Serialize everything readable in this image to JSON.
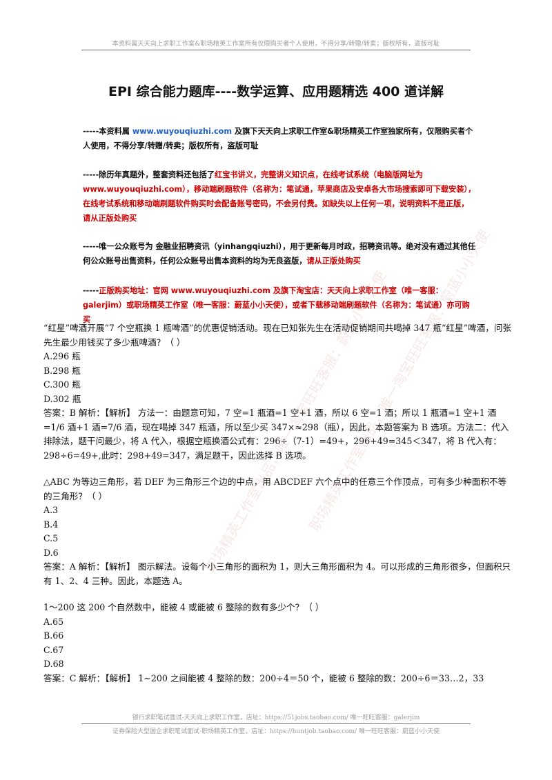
{
  "header_note": "本资料属天天向上求职工作室&职场精英工作室所有仅限购买者个人使用，不得分享/转赠/转卖；版权所有，盗版可耻",
  "title": "EPI 综合能力题库----数学运算、应用题精选 400 道详解",
  "notice1": {
    "prefix": "-----本资料属 ",
    "url": "www.wuyouqiuzhi.com",
    "rest": " 及旗下天天向上求职工作室&职场精英工作室独家所有，仅限购买者个人使用，不得分享/转赠/转卖；版权所有，盗版可耻"
  },
  "notice2": {
    "prefix": "-----除历年真题外，整套资料还包括了",
    "red": "红宝书讲义，完整讲义知识点，在线考试系统（电脑版网址为 www.wuyouqiuzhi.com），移动端刷题软件（名称为：笔试通，苹果商店及安卓各大市场搜索即可下载安装），在线考试系统和移动端刷题软件购买时会配备账号密码，不会另付费。如缺失以上任何一项，说明资料不是正版，请从正版处购买"
  },
  "notice3": {
    "prefix": "-----唯一公众账号为 金融业招聘资讯（yinhangqiuzhi），用于更新每月时政，招聘资讯等。绝对没有通过其他任何公众账号出售资料，任何公众账号出售本资料的均为无良盗版，",
    "red": "请从正版处购买"
  },
  "notice4": {
    "prefix": "-----",
    "red": "正版购买地址：官网 www.wuyouqiuzhi.com 及旗下淘宝店：天天向上求职工作室（唯一客服：galerjim）或职场精英工作室（唯一客服：蔚蓝小小天使），或者下载移动端刷题软件（名称为：笔试通）亦可购买"
  },
  "questions": [
    {
      "stem": "“红星”啤酒开展“7 个空瓶换 1 瓶啤酒”的优惠促销活动。现在已知张先生在活动促销期间共喝掉 347 瓶“红星”啤酒，问张先生最少用钱买了多少瓶啤酒？（    ）",
      "options": [
        "A.296 瓶",
        "B.298 瓶",
        "C.300 瓶",
        "D.302 瓶"
      ],
      "answer": "答案：B 解析：【解析】  方法一：由题意可知，7 空=1 瓶酒=1 空+1 酒，所以 6 空=1 酒；所以 1 瓶酒=1 空+1 酒=1/6 酒+1 酒=7/6 酒，现在喝掉 347 瓶酒，所以至少买 347×≈298（瓶），因此，本题答案为 B 选项。方法二：代入排除法，题干问最少，将 A 代入，根据空瓶换酒公式有：296÷（7-1）=49+，296+49=345＜347，将 B 代入有：298÷6=49+,此时：298+49=347，满足题干，因此选择 B 选项。"
    },
    {
      "stem": "△ABC 为等边三角形，若 DEF 为三角形三个边的中点，用 ABCDEF 六个点中的任意三个作顶点，可有多少种面积不等的三角形？（    ）",
      "options": [
        "A.3",
        "B.4",
        "C.5",
        "D.6"
      ],
      "answer": "答案：A 解析：【解析】 图示解法。设每个小三角形的面积为 1，则大三角形面积为 4。可以形成的三角形很多，但面积只有 1、2、4 三种。因此，本题选 A。"
    },
    {
      "stem": "1～200 这 200 个自然数中，能被 4 或能被 6 整除的数有多少个？（    ）",
      "options": [
        "A.65",
        "B.66",
        "C.67",
        "D.68"
      ],
      "answer": "答案：C 解析：【解析】  1~200 之间能被 4 整除的数：200÷4＝50 个，能被 6 整除的数：200÷6＝33…2，33"
    }
  ],
  "footer": {
    "line1": "银行求职笔试面试-天天向上求职工作室，店址：https://51jobs.taobao.com/ 唯一旺旺客服：galerjim",
    "line2": "证券保险大型国企求职笔试面试-职场精英工作室，店址：https://huntjob.taobao.com/ 唯一旺旺客服：蔚蓝小小天使"
  },
  "watermarks": [
    "职场精英工作室出品，唯一淘宝旺旺客服：蔚蓝小小天使",
    "职场精英工作室出品，唯一淘宝旺旺客服：蔚蓝小小天使"
  ]
}
